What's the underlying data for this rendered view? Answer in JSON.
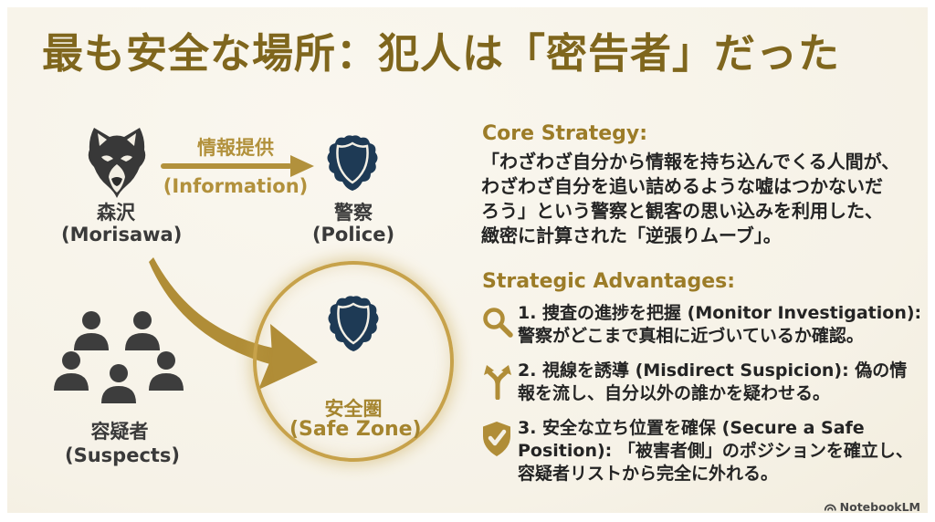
{
  "slide": {
    "title": "最も安全な場所：犯人は「密告者」だった",
    "diagram": {
      "morisawa": {
        "jp": "森沢",
        "en": "(Morisawa)"
      },
      "info_arrow": {
        "jp": "情報提供",
        "en": "(Information)"
      },
      "police": {
        "jp": "警察",
        "en": "(Police)"
      },
      "suspects": {
        "jp": "容疑者",
        "en": "(Suspects)"
      },
      "safe_zone": {
        "jp": "安全圏",
        "en": "(Safe Zone)"
      }
    },
    "core_strategy": {
      "heading": "Core Strategy:",
      "body": "「わざわざ自分から情報を持ち込んでくる人間が、\nわざわざ自分を追い詰めるような嘘はつかないだ\nろう」という警察と観客の思い込みを利用した、\n緻密に計算された「逆張りムーブ」。"
    },
    "strategic_advantages": {
      "heading": "Strategic Advantages:",
      "items": [
        {
          "icon": "magnifier-icon",
          "text": "1. 捜査の進捗を把握 (Monitor Investigation):\n警察がどこまで真相に近づいているか確認。"
        },
        {
          "icon": "branch-arrows-icon",
          "text": "2. 視線を誘導 (Misdirect Suspicion): 偽の情\n報を流し、自分以外の誰かを疑わせる。"
        },
        {
          "icon": "shield-check-icon",
          "text": "3. 安全な立ち位置を確保 (Secure a Safe\nPosition): 「被害者側」のポジションを確立し、\n容疑者リストから完全に外れる。"
        }
      ]
    },
    "footer": {
      "brand": "NotebookLM"
    },
    "colors": {
      "background_cream": "#f6f2e7",
      "frame_white": "#ffffff",
      "title_gold": "#7f661d",
      "accent_gold": "#b2913c",
      "circle_gold": "#c7a24a",
      "navy_badge": "#1e3a55",
      "dark_icon": "#383838",
      "body_text": "#242424"
    }
  }
}
